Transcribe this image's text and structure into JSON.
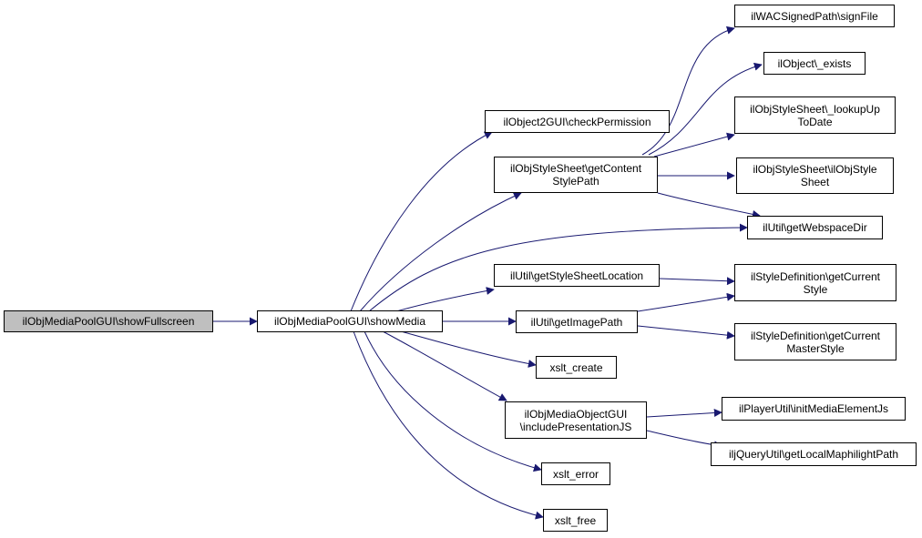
{
  "graph": {
    "nodes": {
      "showFullscreen": "ilObjMediaPoolGUI\\showFullscreen",
      "showMedia": "ilObjMediaPoolGUI\\showMedia",
      "checkPermission": "ilObject2GUI\\checkPermission",
      "getContentStylePath": "ilObjStyleSheet\\getContent\nStylePath",
      "getStyleSheetLocation": "ilUtil\\getStyleSheetLocation",
      "getImagePath": "ilUtil\\getImagePath",
      "xslt_create": "xslt_create",
      "includePresentationJS": "ilObjMediaObjectGUI\n\\includePresentationJS",
      "xslt_error": "xslt_error",
      "xslt_free": "xslt_free",
      "signFile": "ilWACSignedPath\\signFile",
      "exists": "ilObject\\_exists",
      "lookupUpToDate": "ilObjStyleSheet\\_lookupUp\nToDate",
      "ilObjStyleSheet": "ilObjStyleSheet\\ilObjStyle\nSheet",
      "getWebspaceDir": "ilUtil\\getWebspaceDir",
      "getCurrentStyle": "ilStyleDefinition\\getCurrent\nStyle",
      "getCurrentMasterStyle": "ilStyleDefinition\\getCurrent\nMasterStyle",
      "initMediaElementJs": "ilPlayerUtil\\initMediaElementJs",
      "getLocalMaphilightPath": "iljQueryUtil\\getLocalMaphilightPath"
    },
    "colors": {
      "edge": "#191970",
      "root_fill": "#bfbfbf",
      "node_border": "#000000"
    }
  }
}
